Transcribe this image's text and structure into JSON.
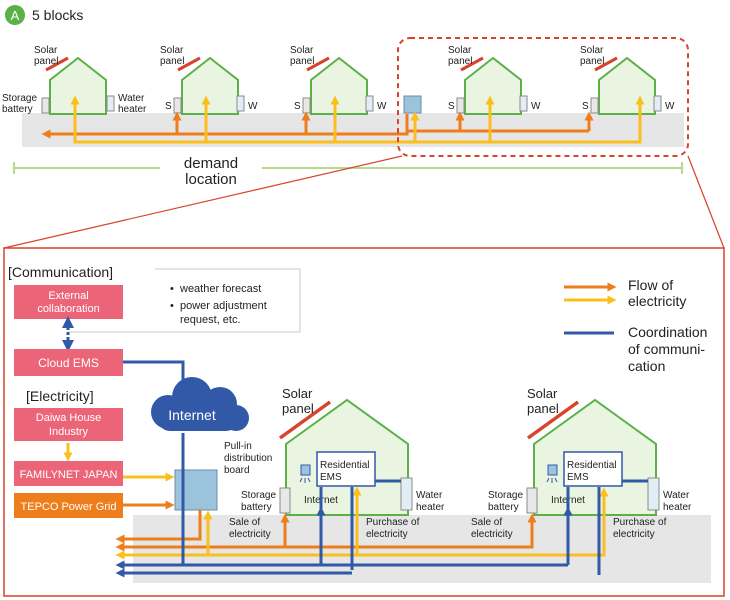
{
  "section": {
    "badge": "A",
    "title": "5 blocks"
  },
  "top": {
    "solar_label_1": "Solar",
    "solar_label_2": "panel",
    "storage_label_1": "Storage",
    "storage_label_2": "battery",
    "water_label_1": "Water",
    "water_label_2": "heater",
    "s_abbr": "S",
    "w_abbr": "W",
    "demand_1": "demand",
    "demand_2": "location"
  },
  "detail": {
    "communication_heading": "[Communication]",
    "electricity_heading": "[Electricity]",
    "external_1": "External",
    "external_2": "collaboration",
    "cloud_ems": "Cloud EMS",
    "daiwa_1": "Daiwa House",
    "daiwa_2": "Industry",
    "familynet": "FAMILYNET JAPAN",
    "tepco": "TEPCO Power Grid",
    "info_1": "weather forecast",
    "info_2": "power adjustment",
    "info_3": "request, etc.",
    "internet_cloud": "Internet",
    "pullin_1": "Pull-in",
    "pullin_2": "distribution",
    "pullin_3": "board",
    "solar_1": "Solar",
    "solar_2": "panel",
    "ems_1": "Residential",
    "ems_2": "EMS",
    "internet_small": "Internet",
    "storage_1": "Storage",
    "storage_2": "battery",
    "water_1": "Water",
    "water_2": "heater",
    "sale_1": "Sale of",
    "sale_2": "electricity",
    "purchase_1": "Purchase of",
    "purchase_2": "electricity"
  },
  "legend": {
    "flow_1": "Flow of",
    "flow_2": "electricity",
    "coord_1": "Coordination",
    "coord_2": "of communi-",
    "coord_3": "cation"
  },
  "colors": {
    "orange": "#ee7d1b",
    "yellow": "#fbbf1d",
    "blue": "#3159a8",
    "red": "#d8432b",
    "green": "#5bb048",
    "pink": "#eb6478",
    "gray": "#e6e6e6"
  }
}
